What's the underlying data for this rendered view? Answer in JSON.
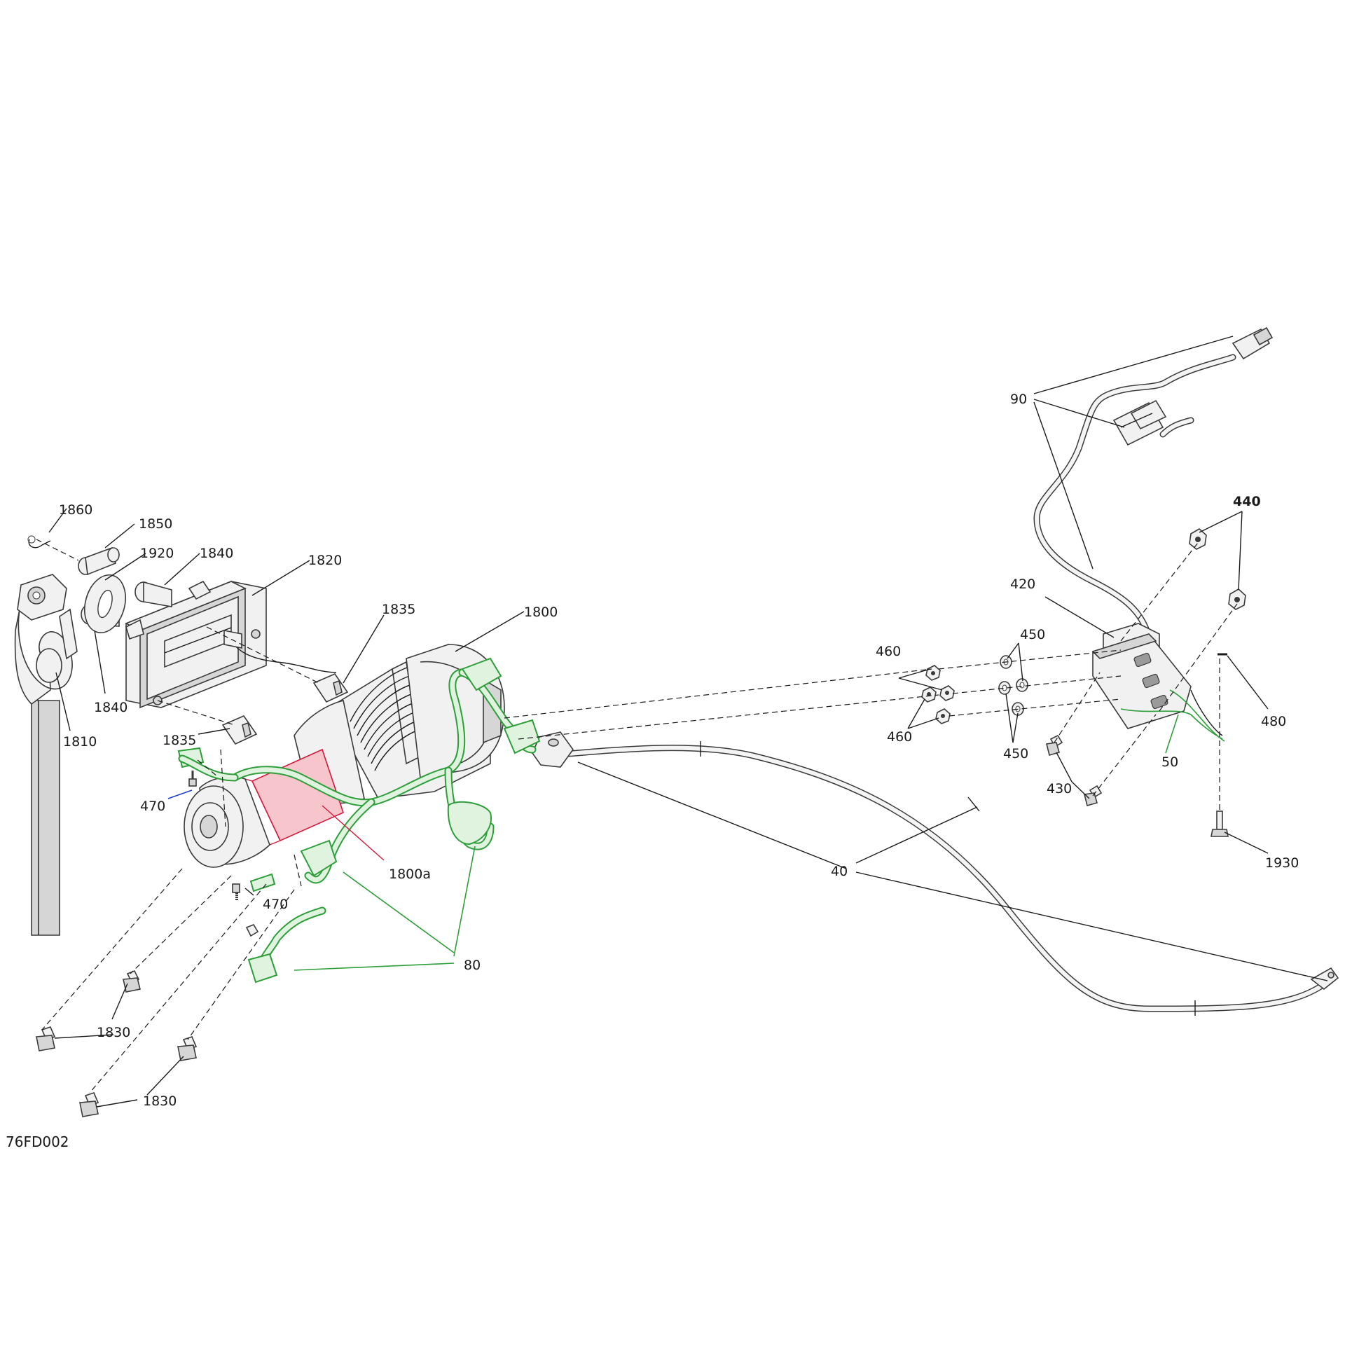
{
  "diagram": {
    "code": "76FD002",
    "labels": {
      "p1860": "1860",
      "p1850": "1850",
      "p1920": "1920",
      "p1840a": "1840",
      "p1820": "1820",
      "p1835a": "1835",
      "p1800": "1800",
      "p1840b": "1840",
      "p1810": "1810",
      "p1835b": "1835",
      "p470a": "470",
      "p1800a": "1800a",
      "p470b": "470",
      "p80": "80",
      "p1830a": "1830",
      "p1830b": "1830",
      "p90": "90",
      "p440": "440",
      "p420": "420",
      "p460a": "460",
      "p450a": "450",
      "p460b": "460",
      "p450b": "450",
      "p480": "480",
      "p50": "50",
      "p430": "430",
      "p1930": "1930",
      "p40": "40"
    },
    "colors": {
      "callout_default": "#1a1a1a",
      "callout_green": "#2e9e3a",
      "callout_red": "#d11a3c",
      "callout_blue": "#1a3ad1"
    }
  }
}
